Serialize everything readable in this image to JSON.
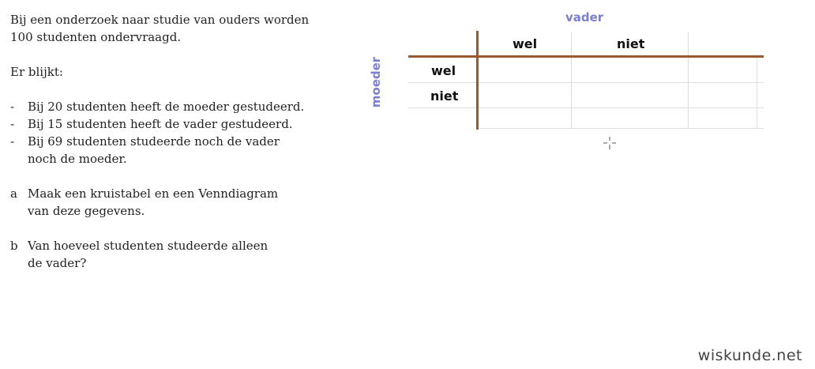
{
  "intro": {
    "line1": "Bij een onderzoek naar studie van ouders worden",
    "line2": "100 studenten ondervraagd.",
    "blijkt": "Er blijkt:"
  },
  "facts": [
    {
      "marker": "-",
      "text": "Bij 20 studenten heeft de moeder gestudeerd."
    },
    {
      "marker": "-",
      "text": "Bij 15 studenten heeft de vader gestudeerd."
    },
    {
      "marker": "-",
      "text": "Bij 69 studenten studeerde noch de vader noch de moeder."
    }
  ],
  "questions": [
    {
      "marker": "a",
      "text": "Maak een kruistabel en een Venndiagram van deze gegevens."
    },
    {
      "marker": "b",
      "text": "Van hoeveel studenten studeerde alleen de vader?"
    }
  ],
  "table": {
    "col_group_label": "vader",
    "row_group_label": "moeder",
    "col_headers": [
      "wel",
      "niet"
    ],
    "row_headers": [
      "wel",
      "niet"
    ]
  },
  "watermark": "wiskunde.net",
  "colors": {
    "group_label": "#7b7fcf",
    "axis": "#9a5a2f",
    "grid": "#dddddd"
  }
}
